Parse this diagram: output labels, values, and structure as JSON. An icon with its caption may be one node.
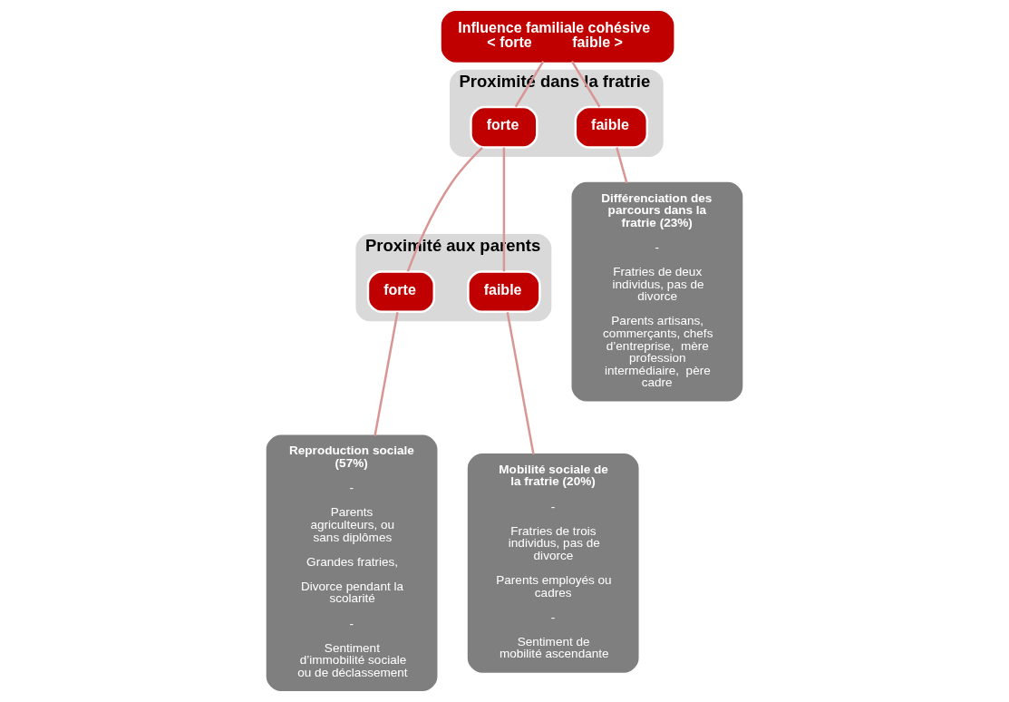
{
  "diagram": {
    "nodes": [
      {
        "text": [
          "Influence familiale cohésive",
          "< forte",
          "faible >"
        ]
      },
      {
        "text": [
          "Proximité dans la fratrie"
        ]
      },
      {
        "text": [
          "forte"
        ],
        "in": 1
      },
      {
        "text": [
          "faible"
        ],
        "in": 1
      },
      {
        "text": [
          "Proximité aux parents"
        ]
      },
      {
        "text": [
          "forte"
        ],
        "in": 4
      },
      {
        "text": [
          "faible"
        ],
        "in": 4
      },
      {
        "text": [
          "Reproduction sociale (57%)",
          "-",
          "Parents agriculteurs, ou sans diplômes",
          "Grandes fratries,",
          "Divorce pendant la scolarité",
          "-",
          "Sentiment d’immobilité sociale ou de déclassement"
        ]
      },
      {
        "text": [
          "Mobilité sociale de la fratrie (20%)",
          "-",
          "Fratries de trois individus, pas de divorce",
          "Parents employés ou cadres",
          "-",
          "Sentiment de mobilité ascendante"
        ]
      },
      {
        "text": [
          "Différenciation des parcours dans la fratrie (23%)",
          "-",
          "Fratries de deux individus, pas de divorce",
          "Parents artisans, commerçants, chefs d’entreprise,  mère profession intermédiaire,  père cadre"
        ]
      }
    ],
    "edges": [
      {
        "from": 0,
        "to": 2,
        "arrow": "none"
      },
      {
        "from": 0,
        "to": 3,
        "arrow": "none"
      },
      {
        "from": 2,
        "to": 5,
        "arrow": "none"
      },
      {
        "from": 2,
        "to": 6,
        "arrow": "none"
      },
      {
        "from": 5,
        "to": 7,
        "arrow": "none"
      },
      {
        "from": 6,
        "to": 8,
        "arrow": "none"
      },
      {
        "from": 3,
        "to": 9,
        "arrow": "none"
      }
    ]
  }
}
